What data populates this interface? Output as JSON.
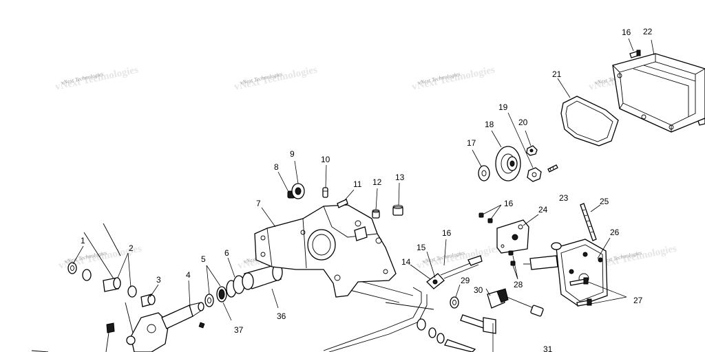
{
  "watermark": {
    "text": "vNext Technologies"
  },
  "callouts": [
    {
      "id": "c1",
      "text": "1"
    },
    {
      "id": "c2",
      "text": "2"
    },
    {
      "id": "c3",
      "text": "3"
    },
    {
      "id": "c4",
      "text": "4"
    },
    {
      "id": "c5",
      "text": "5"
    },
    {
      "id": "c6",
      "text": "6"
    },
    {
      "id": "c7",
      "text": "7"
    },
    {
      "id": "c8",
      "text": "8"
    },
    {
      "id": "c9",
      "text": "9"
    },
    {
      "id": "c10",
      "text": "10"
    },
    {
      "id": "c11",
      "text": "11"
    },
    {
      "id": "c12",
      "text": "12"
    },
    {
      "id": "c13",
      "text": "13"
    },
    {
      "id": "c14",
      "text": "14"
    },
    {
      "id": "c15",
      "text": "15"
    },
    {
      "id": "c16a",
      "text": "16"
    },
    {
      "id": "c16b",
      "text": "16"
    },
    {
      "id": "c16c",
      "text": "16"
    },
    {
      "id": "c17",
      "text": "17"
    },
    {
      "id": "c18",
      "text": "18"
    },
    {
      "id": "c19",
      "text": "19"
    },
    {
      "id": "c20",
      "text": "20"
    },
    {
      "id": "c21",
      "text": "21"
    },
    {
      "id": "c22",
      "text": "22"
    },
    {
      "id": "c23",
      "text": "23"
    },
    {
      "id": "c24",
      "text": "24"
    },
    {
      "id": "c25",
      "text": "25"
    },
    {
      "id": "c26",
      "text": "26"
    },
    {
      "id": "c27",
      "text": "27"
    },
    {
      "id": "c28",
      "text": "28"
    },
    {
      "id": "c29",
      "text": "29"
    },
    {
      "id": "c30",
      "text": "30"
    },
    {
      "id": "c31",
      "text": "31"
    },
    {
      "id": "c36",
      "text": "36"
    },
    {
      "id": "c37",
      "text": "37"
    }
  ]
}
